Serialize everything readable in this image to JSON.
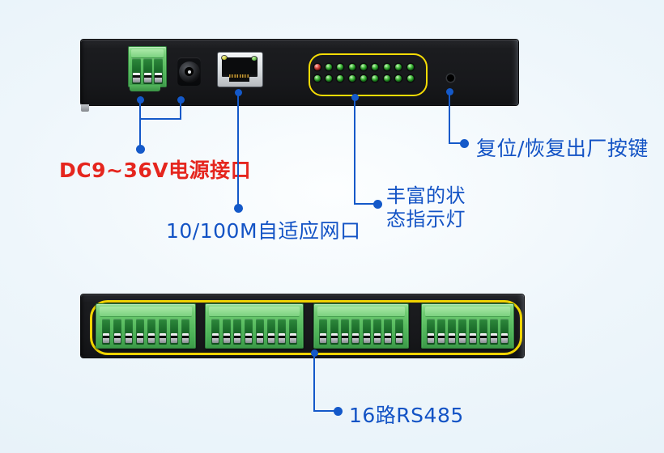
{
  "colors": {
    "background_edge": "#e2eff7",
    "background_center": "#fcfeff",
    "accent_blue": "#1459c9",
    "label_blue": "#1353c5",
    "label_red": "#e5261e",
    "highlight_yellow": "#f0d400",
    "device_black": "#1b1c1f",
    "terminal_green": "#59bd60"
  },
  "labels": {
    "power": "DC9~36V电源接口",
    "ethernet": "10/100M自适应网口",
    "status_line1": "丰富的状",
    "status_line2": "态指示灯",
    "reset": "复位/恢复出厂按键",
    "rs485": "16路RS485"
  },
  "top_device": {
    "power_terminal_pins": 3,
    "status_leds": {
      "rows": 2,
      "top_row": [
        "red",
        "green",
        "green",
        "green",
        "green",
        "green",
        "green",
        "green",
        "green"
      ],
      "bottom_row": [
        "green",
        "green",
        "green",
        "green",
        "green",
        "green",
        "green",
        "green",
        "green"
      ]
    }
  },
  "bottom_device": {
    "terminal_blocks": 4,
    "pins_per_block": 8
  }
}
